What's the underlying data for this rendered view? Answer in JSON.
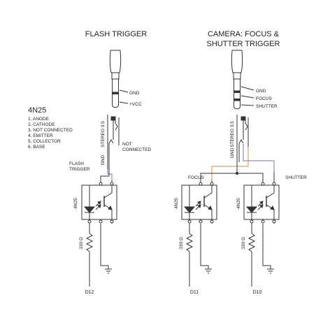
{
  "flash": {
    "title": "FLASH TRIGGER",
    "plug_labels": [
      "GND",
      "+VCC"
    ],
    "jack_label": "STEREO 3.5",
    "nc_label": [
      "NOT",
      "CONNECTED"
    ],
    "gnd_label": "GND",
    "trigger_label": [
      "FLASH",
      "TRIGGER"
    ],
    "ic_label": "4N25",
    "resistor_label": "330 Ω",
    "pin_label": "D12"
  },
  "pinout": {
    "title": "4N25",
    "items": [
      "1. ANODE",
      "2. CATHODE",
      "3. NOT CONNECTED",
      "4. EMITTER",
      "5. COLLECTOR",
      "6. BASE"
    ]
  },
  "camera": {
    "title": [
      "CAMERA: FOCUS &",
      "SHUTTER TRIGGER"
    ],
    "plug_labels": [
      "GND",
      "FOCUS",
      "SHUTTER"
    ],
    "jack_label": "STEREO 3.5",
    "gnd_label": "GND",
    "focus_label": "FOCUS",
    "shutter_label": "SHUTTER",
    "ic_label": "4N25",
    "resistor_label": "330 Ω",
    "pin_labels": [
      "D11",
      "D10"
    ]
  },
  "colors": {
    "focus_wire": "#e08a3c",
    "shutter_wire": "#7a6fb0",
    "line": "#333333"
  }
}
